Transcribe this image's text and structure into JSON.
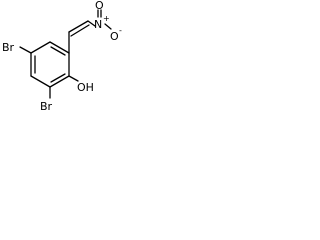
{
  "molecule": {
    "atoms": {
      "br_left": "Br",
      "br_bottom": "Br",
      "hydroxyl": "OH",
      "nitrogen": "N",
      "oxygen_top": "O",
      "oxygen_right": "O",
      "n_charge": "+",
      "o_charge": "-"
    }
  }
}
